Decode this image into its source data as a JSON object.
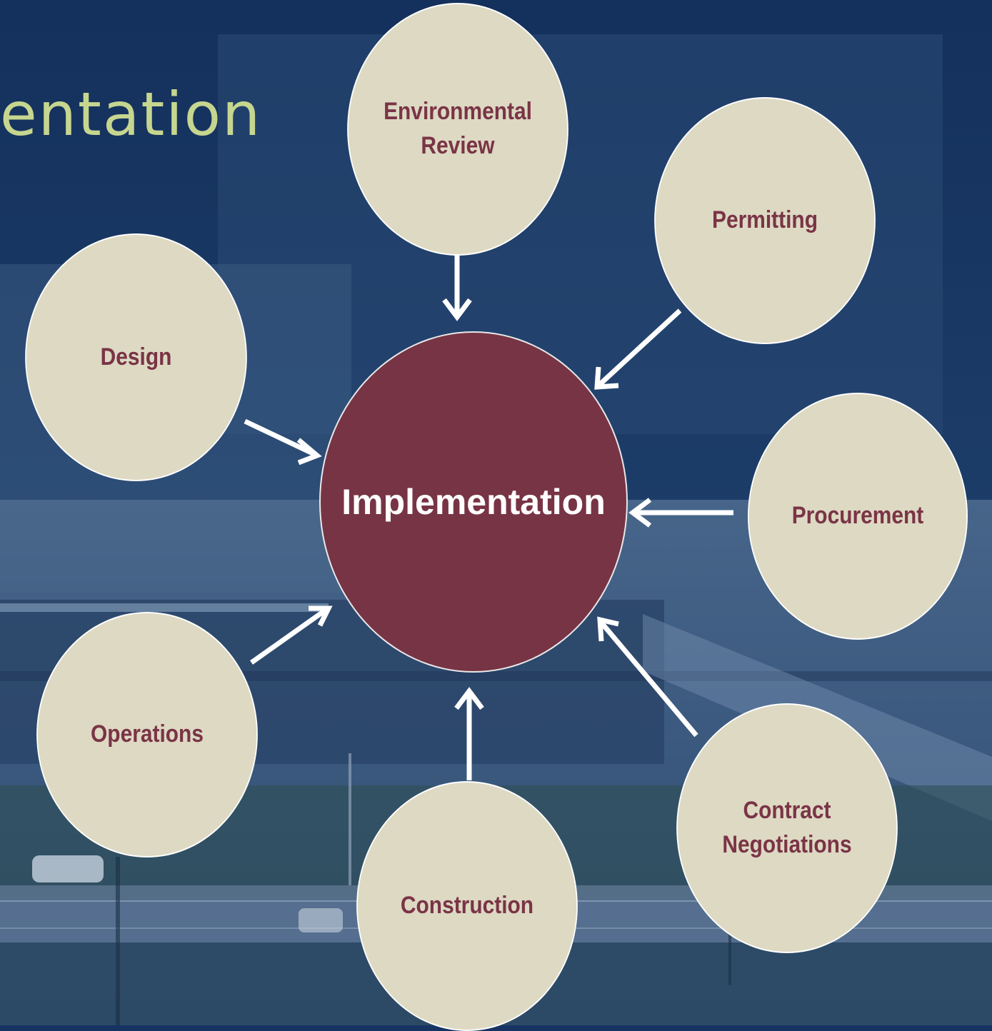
{
  "title_fragment": "entation",
  "center": {
    "label": "Implementation"
  },
  "nodes": {
    "environmental_review": {
      "line1": "Environmental",
      "line2": "Review"
    },
    "permitting": {
      "label": "Permitting"
    },
    "design": {
      "label": "Design"
    },
    "procurement": {
      "label": "Procurement"
    },
    "operations": {
      "label": "Operations"
    },
    "contract_negotiations": {
      "line1": "Contract",
      "line2": "Negotiations"
    },
    "construction": {
      "label": "Construction"
    }
  },
  "colors": {
    "background": "#163463",
    "node_fill": "#ddd9c3",
    "node_text": "#7a3446",
    "center_fill": "#773445",
    "title": "#c6d68f",
    "arrow": "#ffffff"
  }
}
